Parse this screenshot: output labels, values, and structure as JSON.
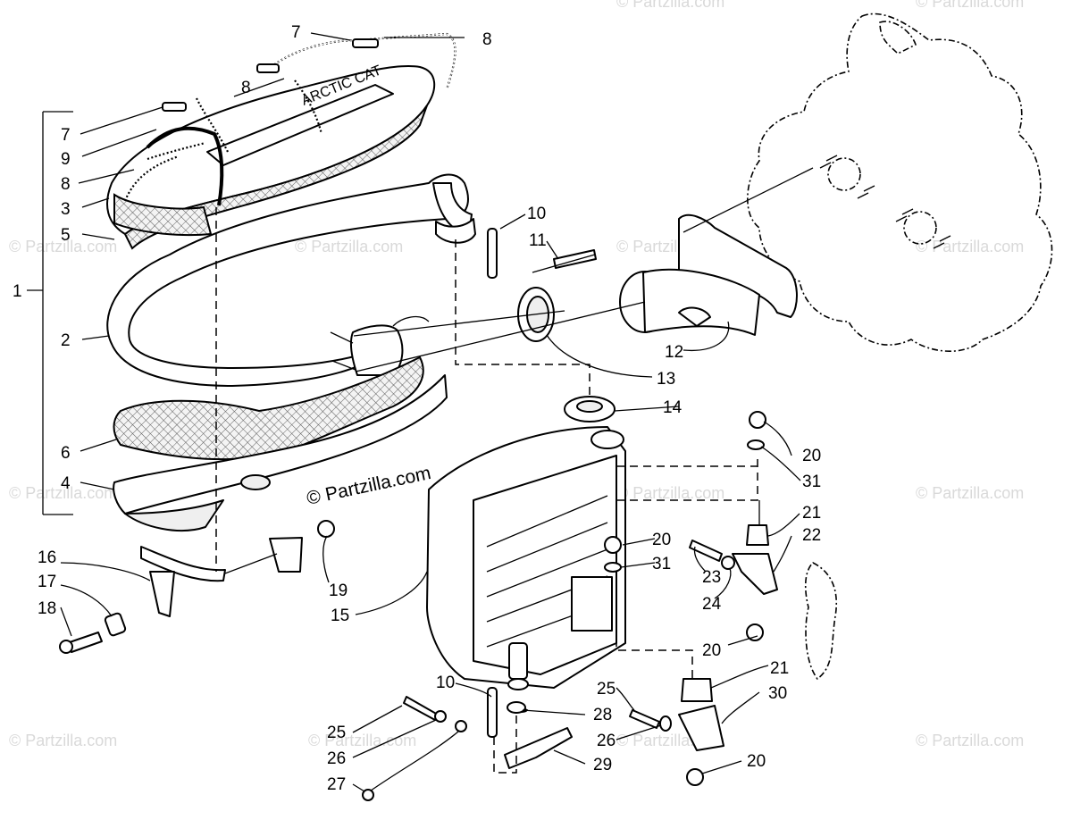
{
  "watermarks": {
    "main": "© Partzilla.com",
    "brand": "© Partzilla.com",
    "decal": "ARCTIC CAT"
  },
  "callouts": [
    {
      "id": "c1",
      "label": "1"
    },
    {
      "id": "c2",
      "label": "2"
    },
    {
      "id": "c3",
      "label": "3"
    },
    {
      "id": "c4",
      "label": "4"
    },
    {
      "id": "c5",
      "label": "5"
    },
    {
      "id": "c6",
      "label": "6"
    },
    {
      "id": "c7a",
      "label": "7"
    },
    {
      "id": "c7b",
      "label": "7"
    },
    {
      "id": "c8a",
      "label": "8"
    },
    {
      "id": "c8b",
      "label": "8"
    },
    {
      "id": "c8c",
      "label": "8"
    },
    {
      "id": "c9",
      "label": "9"
    },
    {
      "id": "c10a",
      "label": "10"
    },
    {
      "id": "c10b",
      "label": "10"
    },
    {
      "id": "c11",
      "label": "11"
    },
    {
      "id": "c12",
      "label": "12"
    },
    {
      "id": "c13",
      "label": "13"
    },
    {
      "id": "c14",
      "label": "14"
    },
    {
      "id": "c15",
      "label": "15"
    },
    {
      "id": "c16",
      "label": "16"
    },
    {
      "id": "c17",
      "label": "17"
    },
    {
      "id": "c18",
      "label": "18"
    },
    {
      "id": "c19",
      "label": "19"
    },
    {
      "id": "c20a",
      "label": "20"
    },
    {
      "id": "c20b",
      "label": "20"
    },
    {
      "id": "c20c",
      "label": "20"
    },
    {
      "id": "c20d",
      "label": "20"
    },
    {
      "id": "c21a",
      "label": "21"
    },
    {
      "id": "c21b",
      "label": "21"
    },
    {
      "id": "c22",
      "label": "22"
    },
    {
      "id": "c23",
      "label": "23"
    },
    {
      "id": "c24",
      "label": "24"
    },
    {
      "id": "c25a",
      "label": "25"
    },
    {
      "id": "c25b",
      "label": "25"
    },
    {
      "id": "c26a",
      "label": "26"
    },
    {
      "id": "c26b",
      "label": "26"
    },
    {
      "id": "c27",
      "label": "27"
    },
    {
      "id": "c28",
      "label": "28"
    },
    {
      "id": "c29",
      "label": "29"
    },
    {
      "id": "c30",
      "label": "30"
    },
    {
      "id": "c31a",
      "label": "31"
    },
    {
      "id": "c31b",
      "label": "31"
    }
  ]
}
